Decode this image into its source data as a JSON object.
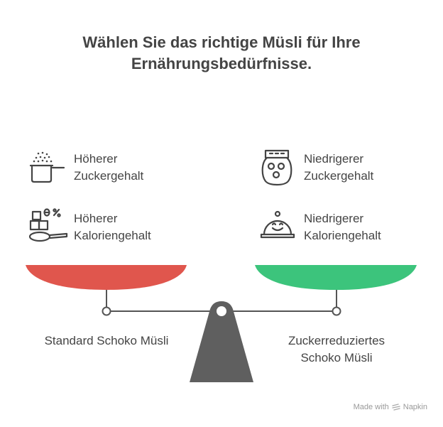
{
  "title": {
    "line1": "Wählen Sie das richtige Müsli für Ihre",
    "line2": "Ernährungsbedürfnisse."
  },
  "left": {
    "label": "Standard Schoko Müsli",
    "color": "#e0564d",
    "features": [
      {
        "line1": "Höherer",
        "line2": "Zuckergehalt",
        "icon": "sugar-scoop-icon"
      },
      {
        "line1": "Höherer",
        "line2": "Kaloriengehalt",
        "icon": "sugar-cubes-spoon-icon"
      }
    ]
  },
  "right": {
    "label_line1": "Zuckerreduziertes",
    "label_line2": "Schoko Müsli",
    "color": "#3cc47c",
    "features": [
      {
        "line1": "Niedrigerer",
        "line2": "Zuckergehalt",
        "icon": "jar-icon"
      },
      {
        "line1": "Niedrigerer",
        "line2": "Kaloriengehalt",
        "icon": "smiling-cloche-icon"
      }
    ]
  },
  "scale_color": "#5f5f5f",
  "footer": {
    "text": "Made with",
    "brand": "Napkin"
  }
}
